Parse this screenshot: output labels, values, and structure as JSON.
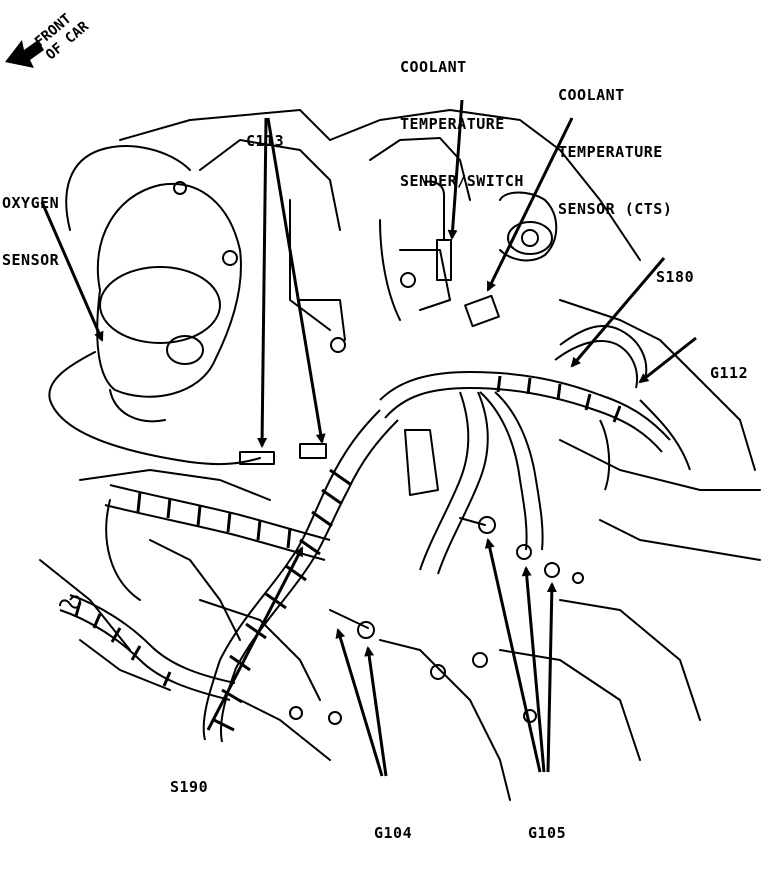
{
  "orientation": {
    "line1": "FRONT",
    "line2": "OF CAR"
  },
  "labels": {
    "oxygen_sensor": {
      "line1": "OXYGEN",
      "line2": "SENSOR"
    },
    "c113": "C113",
    "coolant_sender": {
      "line1": "COOLANT",
      "line2": "TEMPERATURE",
      "line3": "SENDER/SWITCH"
    },
    "coolant_sensor": {
      "line1": "COOLANT",
      "line2": "TEMPERATURE",
      "line3": "SENSOR (CTS)"
    },
    "s180": "S180",
    "g112": "G112",
    "s190": "S190",
    "g104": "G104",
    "g105": "G105"
  }
}
